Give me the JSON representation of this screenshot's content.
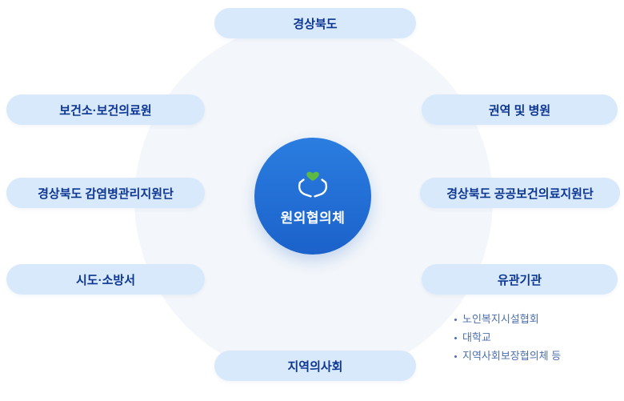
{
  "diagram": {
    "center": {
      "label": "원외협의체",
      "icon": "hands-holding-heart-icon"
    },
    "nodes": {
      "top": "경상북도",
      "left_top": "보건소·보건의료원",
      "right_top": "권역 및 병원",
      "left_middle": "경상북도 감염병관리지원단",
      "right_middle": "경상북도 공공보건의료지원단",
      "left_bottom": "시도·소방서",
      "right_bottom": "유관기관",
      "bottom": "지역의사회"
    },
    "related_items": [
      "노인복지시설협회",
      "대학교",
      "지역사회보장협의체 등"
    ]
  },
  "colors": {
    "center_circle_top": "#2b7de0",
    "center_circle_bottom": "#1b62cb",
    "big_circle_bg": "#f3f6fa",
    "pill_bg": "#d8e9fb",
    "pill_text": "#0d3693",
    "heart_green": "#5cb946",
    "related_text": "#4d6fae",
    "hands_white": "#ffffff"
  }
}
